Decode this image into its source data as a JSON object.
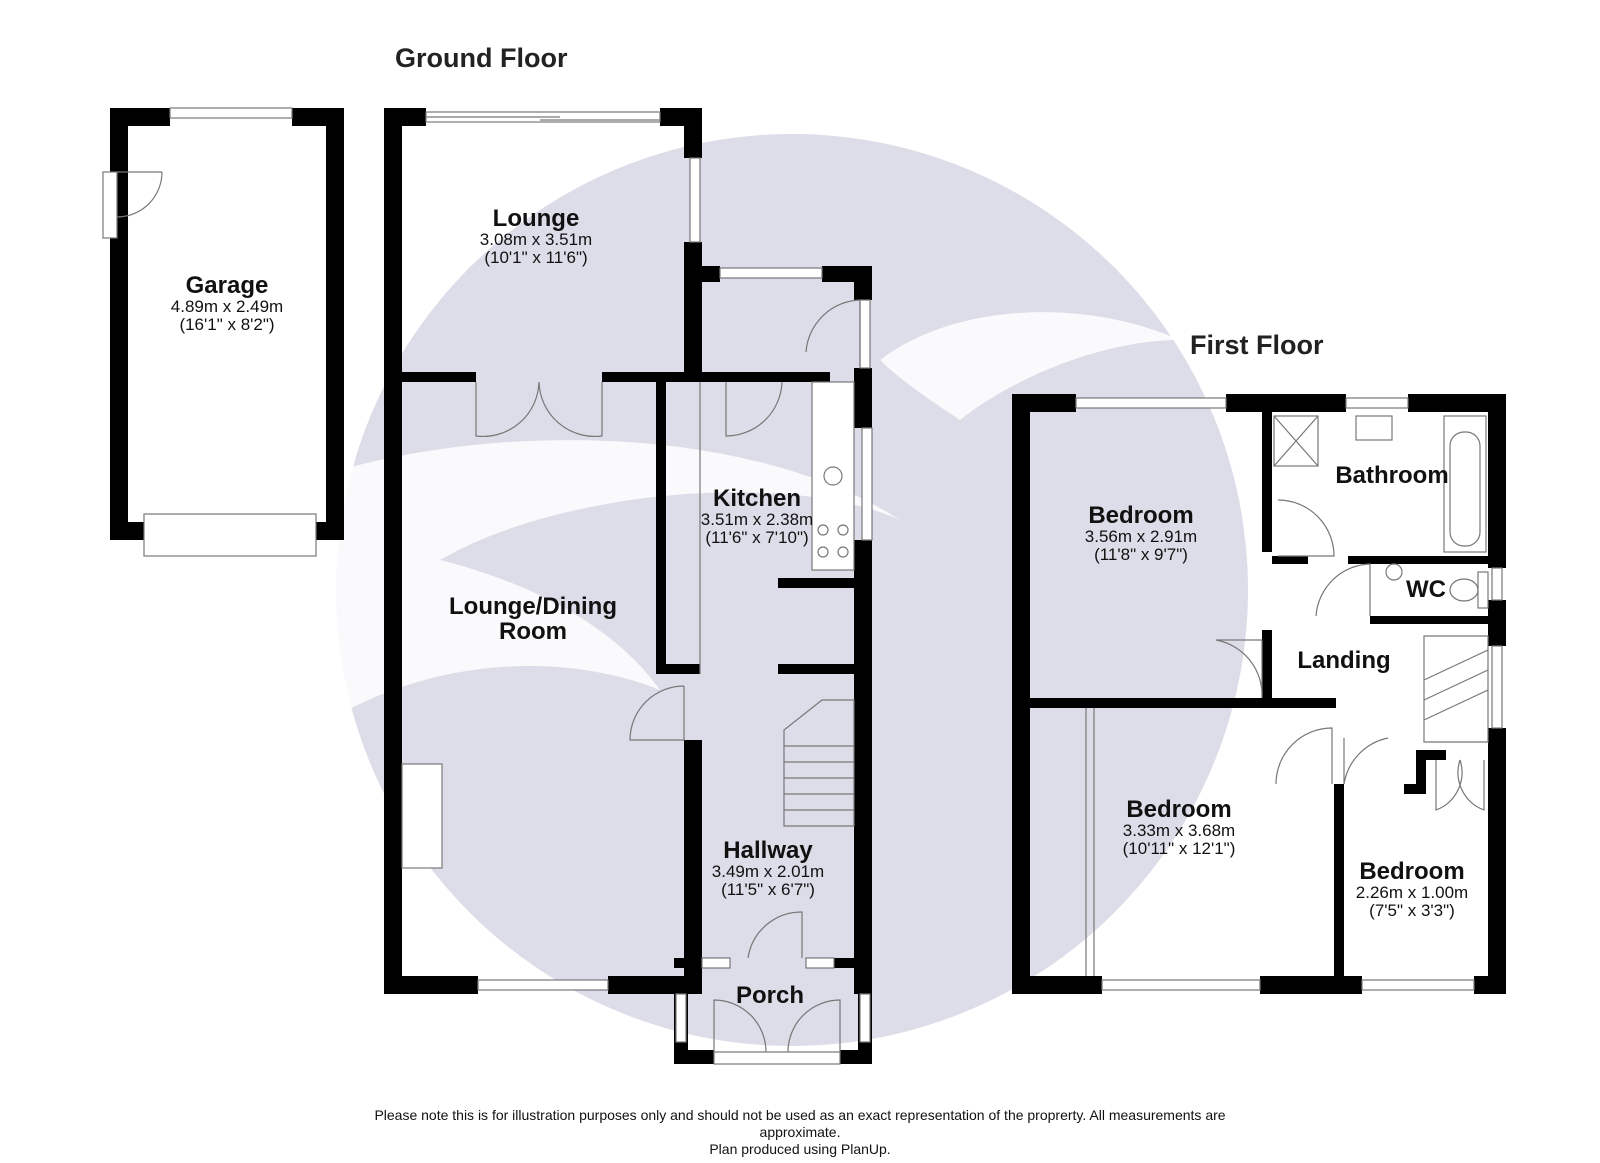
{
  "floors": {
    "ground": "Ground Floor",
    "first": "First Floor"
  },
  "rooms": {
    "garage": {
      "name": "Garage",
      "metric": "4.89m x 2.49m",
      "imperial": "(16'1\" x 8'2\")"
    },
    "lounge": {
      "name": "Lounge",
      "metric": "3.08m x 3.51m",
      "imperial": "(10'1\" x 11'6\")"
    },
    "lounge_dining_1": "Lounge/Dining",
    "lounge_dining_2": "Room",
    "kitchen": {
      "name": "Kitchen",
      "metric": "3.51m x 2.38m",
      "imperial": "(11'6\" x 7'10\")"
    },
    "hallway": {
      "name": "Hallway",
      "metric": "3.49m x 2.01m",
      "imperial": "(11'5\" x 6'7\")"
    },
    "porch": "Porch",
    "bedroom1": {
      "name": "Bedroom",
      "metric": "3.56m x 2.91m",
      "imperial": "(11'8\" x 9'7\")"
    },
    "bathroom": "Bathroom",
    "wc": "WC",
    "landing": "Landing",
    "bedroom2": {
      "name": "Bedroom",
      "metric": "3.33m x 3.68m",
      "imperial": "(10'11\" x 12'1\")"
    },
    "bedroom3": {
      "name": "Bedroom",
      "metric": "2.26m x 1.00m",
      "imperial": "(7'5\" x 3'3\")"
    }
  },
  "disclaimer": {
    "line1": "Please note this is for illustration purposes only and should not be used as an exact representation of the proprerty. All measurements are",
    "line2": "approximate.",
    "line3": "Plan produced using PlanUp."
  },
  "colors": {
    "wall": "#000000",
    "watermark": "#dcdde8",
    "fixture": "#777777"
  }
}
